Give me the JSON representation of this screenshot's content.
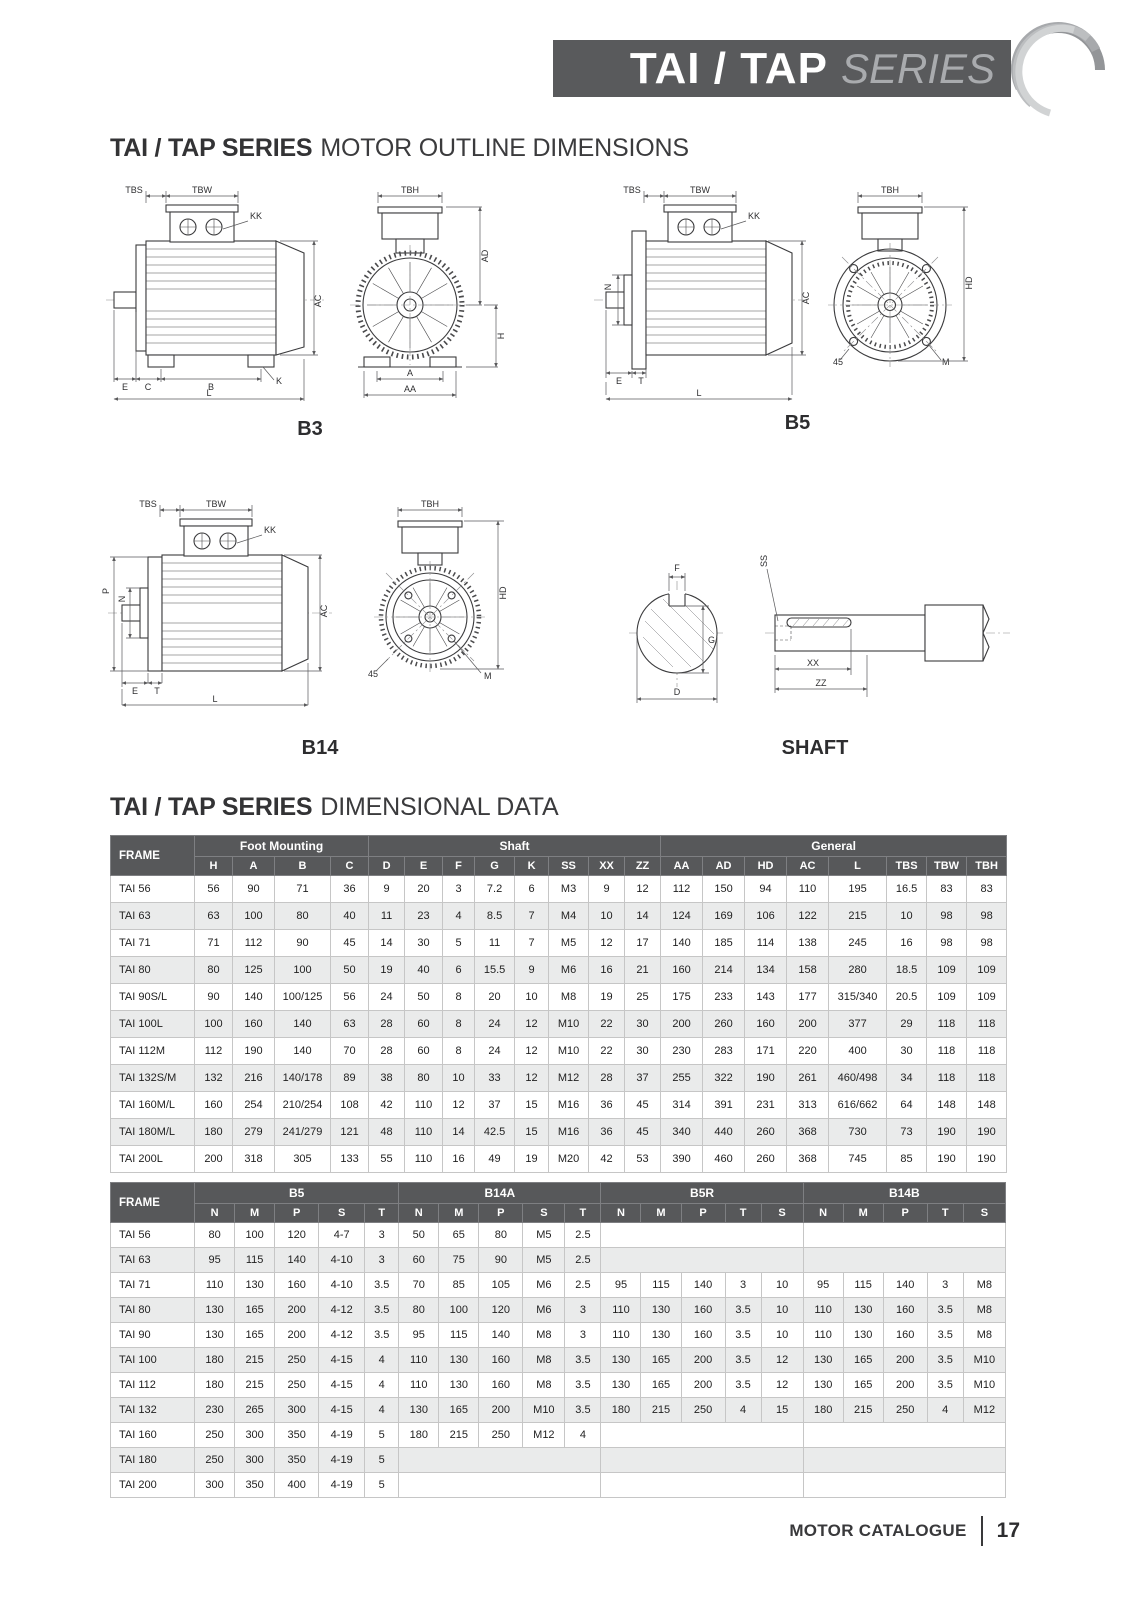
{
  "banner": {
    "title_bold": "TAI / TAP",
    "title_italic": "SERIES"
  },
  "titles": {
    "outline_bold": "TAI / TAP SERIES",
    "outline_rest": "MOTOR OUTLINE DIMENSIONS",
    "data_bold": "TAI / TAP SERIES",
    "data_rest": "DIMENSIONAL DATA"
  },
  "drawings": {
    "b3": {
      "caption": "B3",
      "tbs": "TBS",
      "tbw": "TBW",
      "kk": "KK",
      "ac": "AC",
      "e": "E",
      "c": "C",
      "b": "B",
      "k": "K",
      "l": "L",
      "tbh": "TBH",
      "ad": "AD",
      "h": "H",
      "a": "A",
      "aa": "AA"
    },
    "b5": {
      "caption": "B5",
      "tbs": "TBS",
      "tbw": "TBW",
      "kk": "KK",
      "n": "N",
      "t": "T",
      "e": "E",
      "ac": "AC",
      "l": "L",
      "tbh": "TBH",
      "hd": "HD",
      "angle": "45",
      "m": "M"
    },
    "b14": {
      "caption": "B14",
      "tbs": "TBS",
      "tbw": "TBW",
      "kk": "KK",
      "p": "P",
      "n": "N",
      "t": "T",
      "e": "E",
      "ac": "AC",
      "l": "L",
      "tbh": "TBH",
      "hd": "HD",
      "angle": "45",
      "m": "M"
    },
    "shaft": {
      "caption": "SHAFT",
      "f": "F",
      "g": "G",
      "d": "D",
      "ss": "SS",
      "xx": "XX",
      "zz": "ZZ"
    }
  },
  "table1": {
    "frame_header": "FRAME",
    "groups": [
      {
        "label": "Foot Mounting",
        "cols": [
          "H",
          "A",
          "B",
          "C"
        ]
      },
      {
        "label": "Shaft",
        "cols": [
          "D",
          "E",
          "F",
          "G",
          "K",
          "SS",
          "XX",
          "ZZ"
        ]
      },
      {
        "label": "General",
        "cols": [
          "AA",
          "AD",
          "HD",
          "AC",
          "L",
          "TBS",
          "TBW",
          "TBH"
        ]
      }
    ],
    "rows": [
      {
        "frame": "TAI 56",
        "values": [
          "56",
          "90",
          "71",
          "36",
          "9",
          "20",
          "3",
          "7.2",
          "6",
          "M3",
          "9",
          "12",
          "112",
          "150",
          "94",
          "110",
          "195",
          "16.5",
          "83",
          "83"
        ]
      },
      {
        "frame": "TAI 63",
        "values": [
          "63",
          "100",
          "80",
          "40",
          "11",
          "23",
          "4",
          "8.5",
          "7",
          "M4",
          "10",
          "14",
          "124",
          "169",
          "106",
          "122",
          "215",
          "10",
          "98",
          "98"
        ]
      },
      {
        "frame": "TAI 71",
        "values": [
          "71",
          "112",
          "90",
          "45",
          "14",
          "30",
          "5",
          "11",
          "7",
          "M5",
          "12",
          "17",
          "140",
          "185",
          "114",
          "138",
          "245",
          "16",
          "98",
          "98"
        ]
      },
      {
        "frame": "TAI 80",
        "values": [
          "80",
          "125",
          "100",
          "50",
          "19",
          "40",
          "6",
          "15.5",
          "9",
          "M6",
          "16",
          "21",
          "160",
          "214",
          "134",
          "158",
          "280",
          "18.5",
          "109",
          "109"
        ]
      },
      {
        "frame": "TAI 90S/L",
        "values": [
          "90",
          "140",
          "100/125",
          "56",
          "24",
          "50",
          "8",
          "20",
          "10",
          "M8",
          "19",
          "25",
          "175",
          "233",
          "143",
          "177",
          "315/340",
          "20.5",
          "109",
          "109"
        ]
      },
      {
        "frame": "TAI 100L",
        "values": [
          "100",
          "160",
          "140",
          "63",
          "28",
          "60",
          "8",
          "24",
          "12",
          "M10",
          "22",
          "30",
          "200",
          "260",
          "160",
          "200",
          "377",
          "29",
          "118",
          "118"
        ]
      },
      {
        "frame": "TAI 112M",
        "values": [
          "112",
          "190",
          "140",
          "70",
          "28",
          "60",
          "8",
          "24",
          "12",
          "M10",
          "22",
          "30",
          "230",
          "283",
          "171",
          "220",
          "400",
          "30",
          "118",
          "118"
        ]
      },
      {
        "frame": "TAI 132S/M",
        "values": [
          "132",
          "216",
          "140/178",
          "89",
          "38",
          "80",
          "10",
          "33",
          "12",
          "M12",
          "28",
          "37",
          "255",
          "322",
          "190",
          "261",
          "460/498",
          "34",
          "118",
          "118"
        ]
      },
      {
        "frame": "TAI 160M/L",
        "values": [
          "160",
          "254",
          "210/254",
          "108",
          "42",
          "110",
          "12",
          "37",
          "15",
          "M16",
          "36",
          "45",
          "314",
          "391",
          "231",
          "313",
          "616/662",
          "64",
          "148",
          "148"
        ]
      },
      {
        "frame": "TAI 180M/L",
        "values": [
          "180",
          "279",
          "241/279",
          "121",
          "48",
          "110",
          "14",
          "42.5",
          "15",
          "M16",
          "36",
          "45",
          "340",
          "440",
          "260",
          "368",
          "730",
          "73",
          "190",
          "190"
        ]
      },
      {
        "frame": "TAI 200L",
        "values": [
          "200",
          "318",
          "305",
          "133",
          "55",
          "110",
          "16",
          "49",
          "19",
          "M20",
          "42",
          "53",
          "390",
          "460",
          "260",
          "368",
          "745",
          "85",
          "190",
          "190"
        ]
      }
    ]
  },
  "table2": {
    "frame_header": "FRAME",
    "groups": [
      {
        "label": "B5",
        "cols": [
          "N",
          "M",
          "P",
          "S",
          "T"
        ]
      },
      {
        "label": "B14A",
        "cols": [
          "N",
          "M",
          "P",
          "S",
          "T"
        ]
      },
      {
        "label": "B5R",
        "cols": [
          "N",
          "M",
          "P",
          "T",
          "S"
        ]
      },
      {
        "label": "B14B",
        "cols": [
          "N",
          "M",
          "P",
          "T",
          "S"
        ]
      }
    ],
    "rows": [
      {
        "frame": "TAI 56",
        "values": [
          "80",
          "100",
          "120",
          "4-7",
          "3",
          "50",
          "65",
          "80",
          "M5",
          "2.5",
          "",
          "",
          "",
          "",
          "",
          "",
          "",
          "",
          "",
          ""
        ]
      },
      {
        "frame": "TAI 63",
        "values": [
          "95",
          "115",
          "140",
          "4-10",
          "3",
          "60",
          "75",
          "90",
          "M5",
          "2.5",
          "",
          "",
          "",
          "",
          "",
          "",
          "",
          "",
          "",
          ""
        ]
      },
      {
        "frame": "TAI 71",
        "values": [
          "110",
          "130",
          "160",
          "4-10",
          "3.5",
          "70",
          "85",
          "105",
          "M6",
          "2.5",
          "95",
          "115",
          "140",
          "3",
          "10",
          "95",
          "115",
          "140",
          "3",
          "M8"
        ]
      },
      {
        "frame": "TAI 80",
        "values": [
          "130",
          "165",
          "200",
          "4-12",
          "3.5",
          "80",
          "100",
          "120",
          "M6",
          "3",
          "110",
          "130",
          "160",
          "3.5",
          "10",
          "110",
          "130",
          "160",
          "3.5",
          "M8"
        ]
      },
      {
        "frame": "TAI 90",
        "values": [
          "130",
          "165",
          "200",
          "4-12",
          "3.5",
          "95",
          "115",
          "140",
          "M8",
          "3",
          "110",
          "130",
          "160",
          "3.5",
          "10",
          "110",
          "130",
          "160",
          "3.5",
          "M8"
        ]
      },
      {
        "frame": "TAI 100",
        "values": [
          "180",
          "215",
          "250",
          "4-15",
          "4",
          "110",
          "130",
          "160",
          "M8",
          "3.5",
          "130",
          "165",
          "200",
          "3.5",
          "12",
          "130",
          "165",
          "200",
          "3.5",
          "M10"
        ]
      },
      {
        "frame": "TAI 112",
        "values": [
          "180",
          "215",
          "250",
          "4-15",
          "4",
          "110",
          "130",
          "160",
          "M8",
          "3.5",
          "130",
          "165",
          "200",
          "3.5",
          "12",
          "130",
          "165",
          "200",
          "3.5",
          "M10"
        ]
      },
      {
        "frame": "TAI 132",
        "values": [
          "230",
          "265",
          "300",
          "4-15",
          "4",
          "130",
          "165",
          "200",
          "M10",
          "3.5",
          "180",
          "215",
          "250",
          "4",
          "15",
          "180",
          "215",
          "250",
          "4",
          "M12"
        ]
      },
      {
        "frame": "TAI 160",
        "values": [
          "250",
          "300",
          "350",
          "4-19",
          "5",
          "180",
          "215",
          "250",
          "M12",
          "4",
          "",
          "",
          "",
          "",
          "",
          "",
          "",
          "",
          "",
          ""
        ]
      },
      {
        "frame": "TAI 180",
        "values": [
          "250",
          "300",
          "350",
          "4-19",
          "5",
          "",
          "",
          "",
          "",
          "",
          "",
          "",
          "",
          "",
          "",
          "",
          "",
          "",
          "",
          ""
        ]
      },
      {
        "frame": "TAI 200",
        "values": [
          "300",
          "350",
          "400",
          "4-19",
          "5",
          "",
          "",
          "",
          "",
          "",
          "",
          "",
          "",
          "",
          "",
          "",
          "",
          "",
          "",
          ""
        ]
      }
    ]
  },
  "footer": {
    "label": "MOTOR CATALOGUE",
    "page_number": "17"
  }
}
